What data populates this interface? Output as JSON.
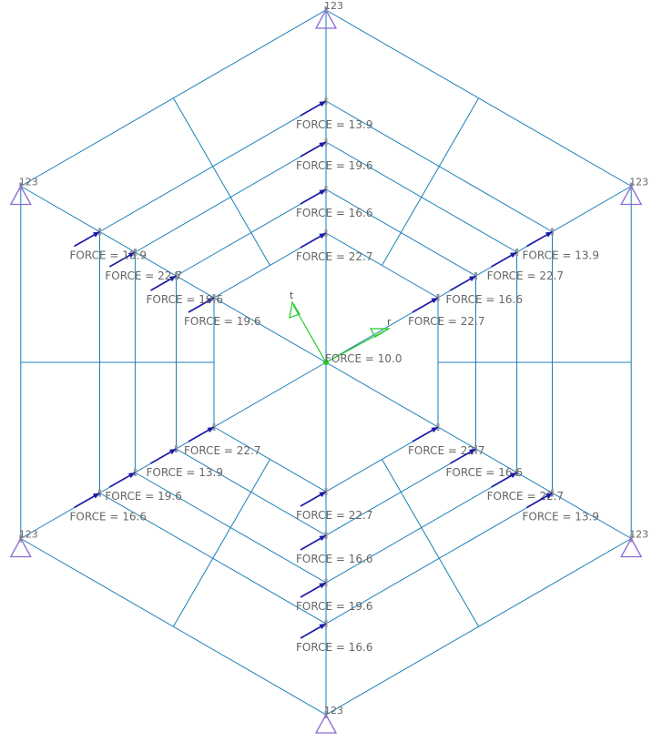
{
  "colors": {
    "mesh": "#1a7fb8",
    "force_arrow": "#1a1aa8",
    "support": "#8d6ad6",
    "axis": "#22cc22",
    "text": "#666666",
    "background": "#ffffff"
  },
  "support_label": "123",
  "axes": {
    "r_label": "r",
    "t_label": "t"
  },
  "force_prefix": "FORCE = ",
  "loads": [
    {
      "ring": 0,
      "dir": 0,
      "value": "10.0"
    },
    {
      "ring": 1,
      "dir": 0,
      "value": "22.7"
    },
    {
      "ring": 1,
      "dir": 1,
      "value": "22.7"
    },
    {
      "ring": 1,
      "dir": 2,
      "value": "22.7"
    },
    {
      "ring": 1,
      "dir": 3,
      "value": "22.7"
    },
    {
      "ring": 1,
      "dir": 4,
      "value": "22.7"
    },
    {
      "ring": 1,
      "dir": 5,
      "value": "19.6"
    },
    {
      "ring": 2,
      "dir": 0,
      "value": "16.6"
    },
    {
      "ring": 2,
      "dir": 1,
      "value": "16.6"
    },
    {
      "ring": 2,
      "dir": 2,
      "value": "16.6"
    },
    {
      "ring": 2,
      "dir": 3,
      "value": "16.6"
    },
    {
      "ring": 2,
      "dir": 4,
      "value": "13.9"
    },
    {
      "ring": 2,
      "dir": 5,
      "value": "19.6"
    },
    {
      "ring": 3,
      "dir": 0,
      "value": "19.6"
    },
    {
      "ring": 3,
      "dir": 1,
      "value": "22.7"
    },
    {
      "ring": 3,
      "dir": 2,
      "value": "22.7"
    },
    {
      "ring": 3,
      "dir": 3,
      "value": "19.6"
    },
    {
      "ring": 3,
      "dir": 4,
      "value": "19.6"
    },
    {
      "ring": 3,
      "dir": 5,
      "value": "22.7"
    },
    {
      "ring": 4,
      "dir": 0,
      "value": "13.9"
    },
    {
      "ring": 4,
      "dir": 1,
      "value": "13.9"
    },
    {
      "ring": 4,
      "dir": 2,
      "value": "13.9"
    },
    {
      "ring": 4,
      "dir": 3,
      "value": "16.6"
    },
    {
      "ring": 4,
      "dir": 4,
      "value": "16.6"
    },
    {
      "ring": 4,
      "dir": 5,
      "value": "13.9"
    }
  ]
}
